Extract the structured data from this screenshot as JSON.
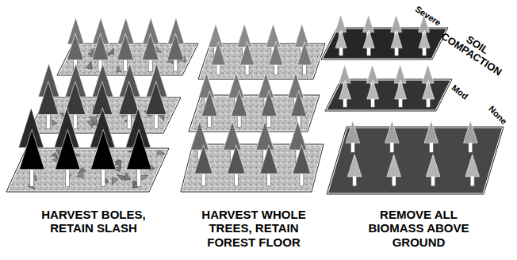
{
  "diagram": {
    "labels": [
      "Severe",
      "SOIL COMPACTION",
      "Mod",
      "None",
      "HARVEST BOLES, RETAIN SLASH",
      "HARVEST WHOLE TREES, RETAIN FOREST FLOOR",
      "REMOVE ALL BIOMASS ABOVE GROUND"
    ]
  }
}
